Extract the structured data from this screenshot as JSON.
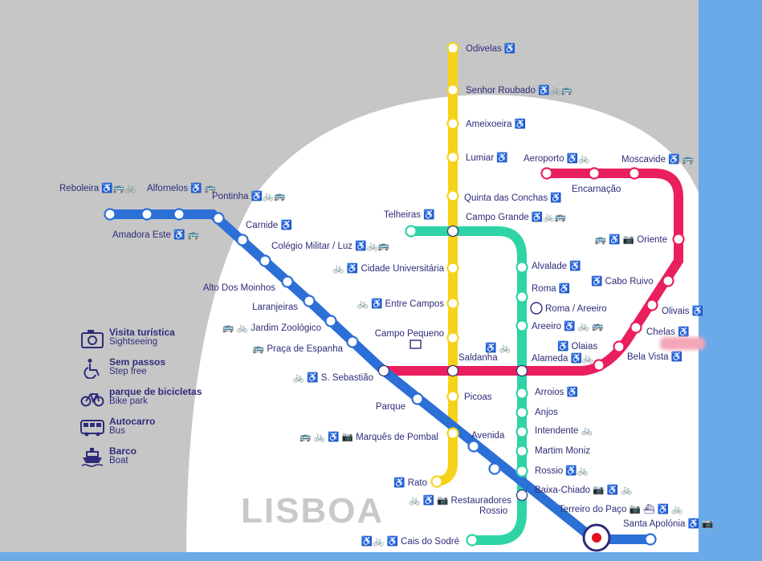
{
  "city_label": "LISBOA",
  "colors": {
    "yellow": "#f6d318",
    "green": "#2ed3a6",
    "red": "#ea1f5d",
    "blue": "#2c6fd6",
    "river": "#6aaae8",
    "land": "#c6c6c6",
    "text": "#2e2c7a"
  },
  "legend": [
    {
      "icon": "camera-icon",
      "title": "Visita turística",
      "subtitle": "Sightseeing"
    },
    {
      "icon": "wheelchair-icon",
      "title": "Sem passos",
      "subtitle": "Step free"
    },
    {
      "icon": "bicycle-icon",
      "title": "parque de bicicletas",
      "subtitle": "Bike park"
    },
    {
      "icon": "bus-icon",
      "title": "Autocarro",
      "subtitle": "Bus"
    },
    {
      "icon": "boat-icon",
      "title": "Barco",
      "subtitle": "Boat"
    }
  ],
  "stations": {
    "odivelas": "Odivelas ♿",
    "senhor_roubado": "Senhor Roubado ♿🚲🚌",
    "ameixoeira": "Ameixoeira ♿",
    "lumiar": "Lumiar ♿",
    "quinta_conchas": "Quinta das Conchas ♿",
    "campo_grande": "Campo Grande ♿🚲🚌",
    "cidade_universitaria": "🚲 ♿ Cidade Universitária",
    "entre_campos": "🚲 ♿ Entre Campos",
    "campo_pequeno": "Campo Pequeno",
    "saldanha": "Saldanha",
    "picoas": "Picoas",
    "marques_pombal": "🚌 🚲 ♿ 📷 Marquês de Pombal",
    "rato": "♿ Rato",
    "telheiras": "Telheiras ♿",
    "alvalade": "Alvalade ♿",
    "roma": "Roma ♿",
    "areeiro": "Areeiro ♿ 🚲 🚌",
    "alameda": "Alameda ♿🚲",
    "arroios": "Arroios ♿",
    "anjos": "Anjos",
    "intendente": "Intendente 🚲",
    "martim_moniz": "Martim Moniz",
    "rossio_green": "Rossio ♿🚲",
    "baixa_chiado": "Baixa-Chiado 📷 ♿ 🚲",
    "cais_sodre": "♿🚲 ♿ Cais do Sodré",
    "aeroporto": "Aeroporto ♿🚲",
    "encarnacao": "Encarnação",
    "moscavide": "Moscavide ♿ 🚌",
    "oriente": "🚌 ♿ 📷 Oriente",
    "cabo_ruivo": "♿ Cabo Ruivo",
    "olivais": "Olivais ♿",
    "chelas": "Chelas ♿",
    "bela_vista": "Bela Vista ♿",
    "olaias": "♿ Olaias",
    "olaias_icons": "♿ 🚲",
    "roma_areeiro": "Roma / Areeiro",
    "s_sebastiao": "🚲 ♿ S. Sebastião",
    "reboleira": "Reboleira ♿🚌🚲",
    "alfornelos": "Alfornelos ♿ 🚌",
    "pontinha": "Pontinha ♿🚲🚌",
    "amadora_este": "Amadora Este ♿ 🚌",
    "carnide": "Carnide ♿",
    "colegio_militar": "Colégio Militar / Luz ♿🚲🚌",
    "alto_moinhos": "Alto Dos Moinhos",
    "laranjeiras": "Laranjeiras",
    "jardim_zoologico": "🚌 🚲 Jardim Zoológico",
    "praca_espanha": "🚌 Praça de Espanha",
    "parque": "Parque",
    "avenida": "Avenida",
    "restauradores": "🚲 ♿ 📷 Restauradores",
    "rossio_blue": "Rossio",
    "terreiro_paco": "Terreiro do Paço 📷 ⛴ ♿ 🚲",
    "santa_apolonia": "Santa Apolónia ♿ 📷"
  }
}
